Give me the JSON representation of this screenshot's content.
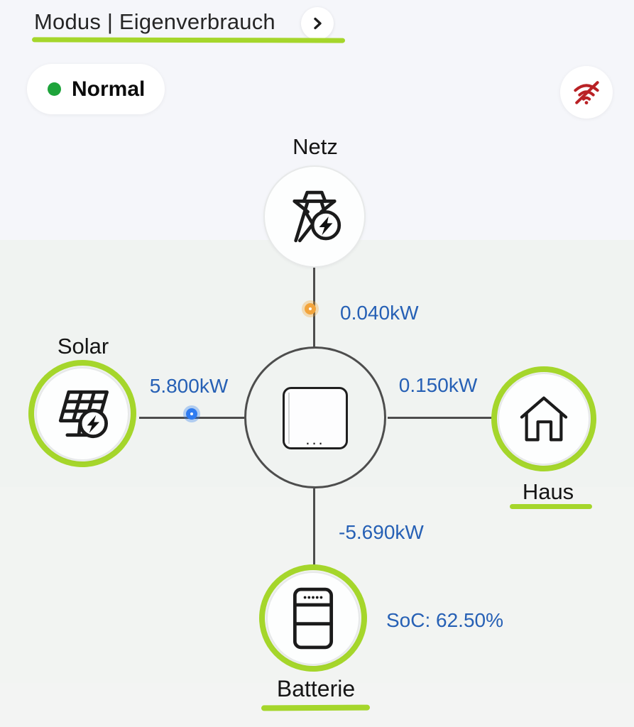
{
  "header": {
    "title": "Modus | Eigenverbrauch"
  },
  "status_badge": {
    "label": "Normal"
  },
  "flow": {
    "grid": {
      "label": "Netz",
      "value": "0.040kW"
    },
    "solar": {
      "label": "Solar",
      "value": "5.800kW"
    },
    "house": {
      "label": "Haus",
      "value": "0.150kW"
    },
    "battery": {
      "label": "Batterie",
      "value": "-5.690kW",
      "soc": "SoC: 62.50%"
    }
  },
  "inverter": {
    "dots": "..."
  },
  "colors": {
    "annotation-green": "#a5d62b",
    "value-blue": "#2660b5",
    "flow-orange": "#f2a43c",
    "flow-blue": "#2e7bf0",
    "alert-red": "#b92125",
    "status-green": "#1ea43b",
    "line-gray": "#4d4d4d"
  }
}
